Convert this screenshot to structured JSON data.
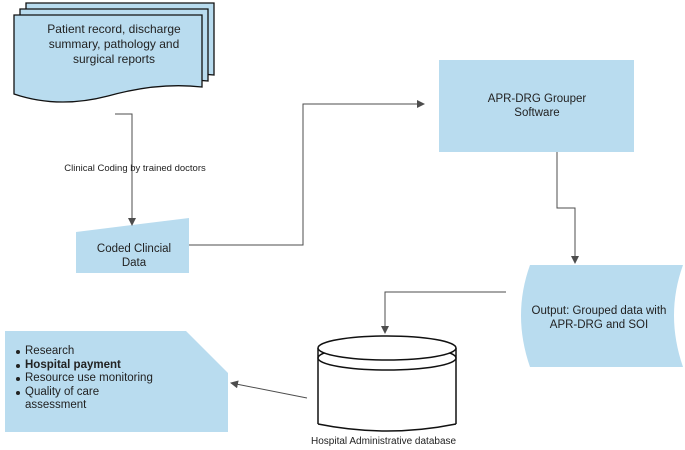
{
  "nodes": {
    "source_docs": "Patient record, discharge summary, pathology and surgical reports",
    "grouper": "APR-DRG Grouper Software",
    "coded_data": "Coded Clincial Data",
    "output": "Output: Grouped data with APR-DRG and SOI",
    "database_caption": "Hospital Administrative database"
  },
  "edges": {
    "coding_label": "Clinical Coding by trained doctors"
  },
  "uses": [
    {
      "text": "Research",
      "bold": false
    },
    {
      "text": "Hospital payment",
      "bold": true
    },
    {
      "text": "Resource use monitoring",
      "bold": false
    },
    {
      "text": "Quality of care assessment",
      "bold": false
    }
  ],
  "colors": {
    "fill": "#b9dcef",
    "stroke": "#4d4d4d",
    "db_fill": "#ffffff",
    "db_stroke": "#111111"
  }
}
